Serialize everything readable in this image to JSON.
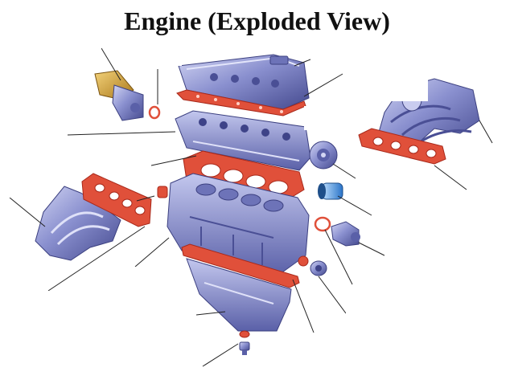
{
  "title": "Engine (Exploded View)",
  "colors": {
    "metal": "#7f86c8",
    "metal_dark": "#4a4f95",
    "metal_light": "#c9ccef",
    "gasket": "#e0503a",
    "gasket_dark": "#a8281a",
    "brass": "#d8a430",
    "leader": "#222222"
  },
  "parts": [
    "thermostat-housing",
    "thermostat-o-ring",
    "valve-cover",
    "valve-cover-gasket",
    "cylinder-head",
    "head-gasket",
    "intake-manifold",
    "intake-manifold-gasket",
    "exhaust-manifold",
    "exhaust-manifold-gasket",
    "camshaft-pulley",
    "engine-block",
    "core-plug",
    "water-pump-pulley",
    "water-pump",
    "water-pump-o-ring",
    "oil-pan-gasket",
    "oil-pan",
    "drain-plug",
    "crank-seal"
  ]
}
